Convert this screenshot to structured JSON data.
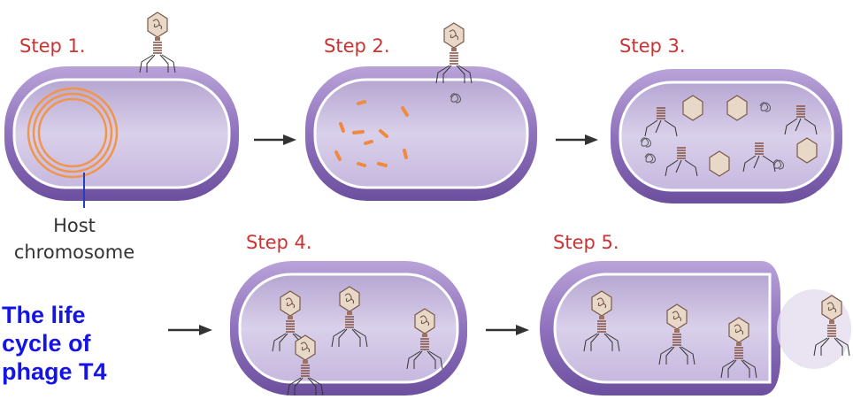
{
  "steps": [
    "Step 1.",
    "Step 2.",
    "Step 3.",
    "Step 4.",
    "Step 5."
  ],
  "host_label": {
    "line1": "Host",
    "line2": "chromosome"
  },
  "title": {
    "line1": "The life",
    "line2": "cycle of",
    "line3": "phage T4"
  },
  "colors": {
    "step_text": "#cc3333",
    "title": "#1414e6",
    "cell_wall": "#8a6db5",
    "cell_inner": "#cdbfe0",
    "chromosome": "#f0954a",
    "pointer": "#2040c0"
  }
}
